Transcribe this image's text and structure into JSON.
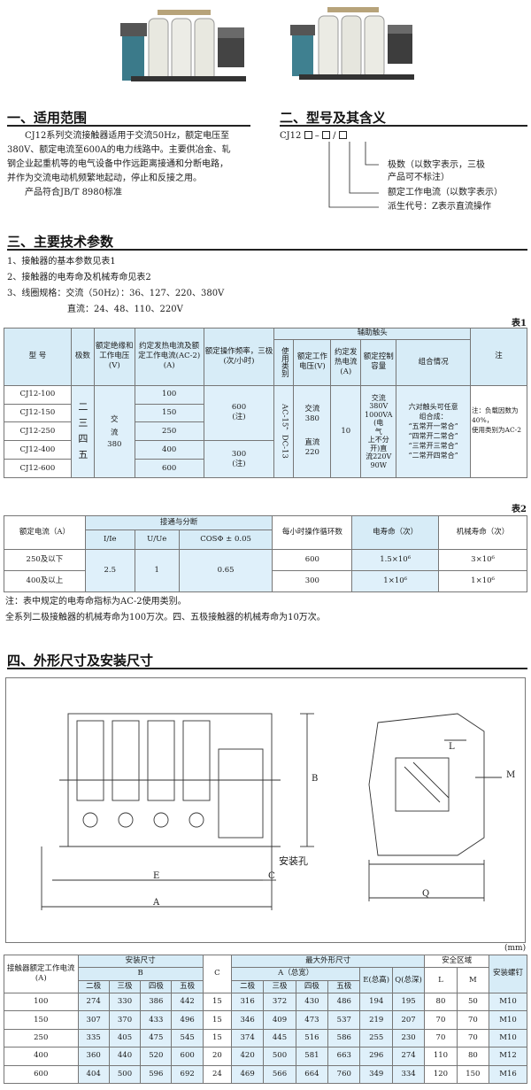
{
  "images": {
    "left_photo": "contactor-photo-front",
    "right_photo": "contactor-photo-angle"
  },
  "section1": {
    "title": "一、适用范围",
    "lines": [
      "CJ12系列交流接触器适用于交流50Hz，额定电压至",
      "380V、额定电流至600A的电力线路中。主要供冶金、轧",
      "钢企业起重机等的电气设备中作远距离接通和分断电路，",
      "并作为交流电动机频繁地起动，停止和反接之用。",
      "产品符合JB/T  8980标准"
    ]
  },
  "section2": {
    "title": "二、型号及其含义",
    "model_prefix": "CJ12",
    "items": [
      "极数（以数字表示，三极",
      "产品可不标注）",
      "额定工作电流（以数字表示）",
      "派生代号：Z表示直流操作"
    ]
  },
  "section3": {
    "title": "三、主要技术参数",
    "lines": [
      "1、接触器的基本参数见表1",
      "2、接触器的电寿命及机械寿命见表2",
      "3、线圈规格：交流（50Hz）：36、127、220、380V",
      "直流：24、48、110、220V"
    ]
  },
  "table1": {
    "caption": "表1",
    "headers": {
      "model": "型  号",
      "poles": "极数",
      "rated_voltage": "额定绝缘和工作电压(V)",
      "heating_current": "约定发热电流及额定工作电流(AC-2)(A)",
      "op_freq": "额定操作频率，三极(次/小时)",
      "aux": "辅助触头",
      "aux_category": "使用类别",
      "aux_voltage": "额定工作电压(V)",
      "aux_heating": "约定发热电流(A)",
      "aux_control": "额定控制容量",
      "aux_combo": "组合情况",
      "note": "注"
    },
    "models": [
      "CJ12-100",
      "CJ12-150",
      "CJ12-250",
      "CJ12-400",
      "CJ12-600"
    ],
    "currents": [
      "100",
      "150",
      "250",
      "400",
      "600"
    ],
    "poles": "二三四五",
    "voltage_ac": "交流",
    "voltage_val": "380",
    "freq_a": "600",
    "freq_a_note": "(注)",
    "freq_b": "300",
    "freq_b_note": "(注)",
    "aux_category": "AC-15，DC-13",
    "aux_voltage_ac": "交流",
    "aux_voltage_ac_val": "380",
    "aux_voltage_dc": "直流",
    "aux_voltage_dc_val": "220",
    "aux_heating": "10",
    "aux_control": [
      "交流",
      "380V",
      "1000VA",
      "(电",
      "气",
      "上不分",
      "开)直",
      "流220V",
      "90W"
    ],
    "aux_combo": [
      "六对触头可任意",
      "组合成：",
      "“五常开一常合”",
      "“四常开二常合”",
      "“三常开三常合”",
      "“二常开四常合”"
    ],
    "note": [
      "注：负载因数为40%，",
      "使用类别为AC-2"
    ]
  },
  "table2": {
    "caption": "表2",
    "headers": {
      "current": "额定电流（A）",
      "make_break": "接通与分断",
      "ie": "I/Ie",
      "ue": "U/Ue",
      "cos": "COSΦ ± 0.05",
      "cycles": "每小时操作循环数",
      "elec_life": "电寿命（次）",
      "mech_life": "机械寿命（次）"
    },
    "rows": [
      {
        "current": "250及以下",
        "cycles": "600",
        "elec": "1.5×10⁶",
        "mech": "3×10⁶"
      },
      {
        "current": "400及以上",
        "cycles": "300",
        "elec": "1×10⁶",
        "mech": "1×10⁶"
      }
    ],
    "ie": "2.5",
    "ue": "1",
    "cos": "0.65",
    "notes": [
      "注：表中规定的电寿命指标为AC-2使用类别。",
      "全系列二极接触器的机械寿命为100万次。四、五极接触器的机械寿命为10万次。"
    ]
  },
  "section4": {
    "title": "四、外形尺寸及安装尺寸",
    "labels": {
      "B": "B",
      "E": "E",
      "C": "C",
      "A": "A",
      "L": "L",
      "M": "M",
      "Q": "Q",
      "hole": "安装孔"
    }
  },
  "table3": {
    "unit": "(mm)",
    "headers": {
      "rated": "接触器额定工作电流(A)",
      "install": "安装尺寸",
      "B": "B",
      "C": "C",
      "max": "最大外形尺寸",
      "A": "A（总宽）",
      "E": "E(总高)",
      "Q": "Q(总深)",
      "safe": "安全区域",
      "L": "L",
      "M": "M",
      "screw": "安装螺钉",
      "p2": "二极",
      "p3": "三极",
      "p4": "四极",
      "p5": "五极"
    },
    "rows": [
      [
        "100",
        "274",
        "330",
        "386",
        "442",
        "15",
        "316",
        "372",
        "430",
        "486",
        "194",
        "195",
        "80",
        "50",
        "M10"
      ],
      [
        "150",
        "307",
        "370",
        "433",
        "496",
        "15",
        "346",
        "409",
        "473",
        "537",
        "219",
        "207",
        "70",
        "70",
        "M10"
      ],
      [
        "250",
        "335",
        "405",
        "475",
        "545",
        "15",
        "374",
        "445",
        "516",
        "586",
        "255",
        "230",
        "70",
        "70",
        "M10"
      ],
      [
        "400",
        "360",
        "440",
        "520",
        "600",
        "20",
        "420",
        "500",
        "581",
        "663",
        "296",
        "274",
        "110",
        "80",
        "M12"
      ],
      [
        "600",
        "404",
        "500",
        "596",
        "692",
        "24",
        "469",
        "566",
        "664",
        "760",
        "349",
        "334",
        "120",
        "150",
        "M16"
      ]
    ]
  }
}
